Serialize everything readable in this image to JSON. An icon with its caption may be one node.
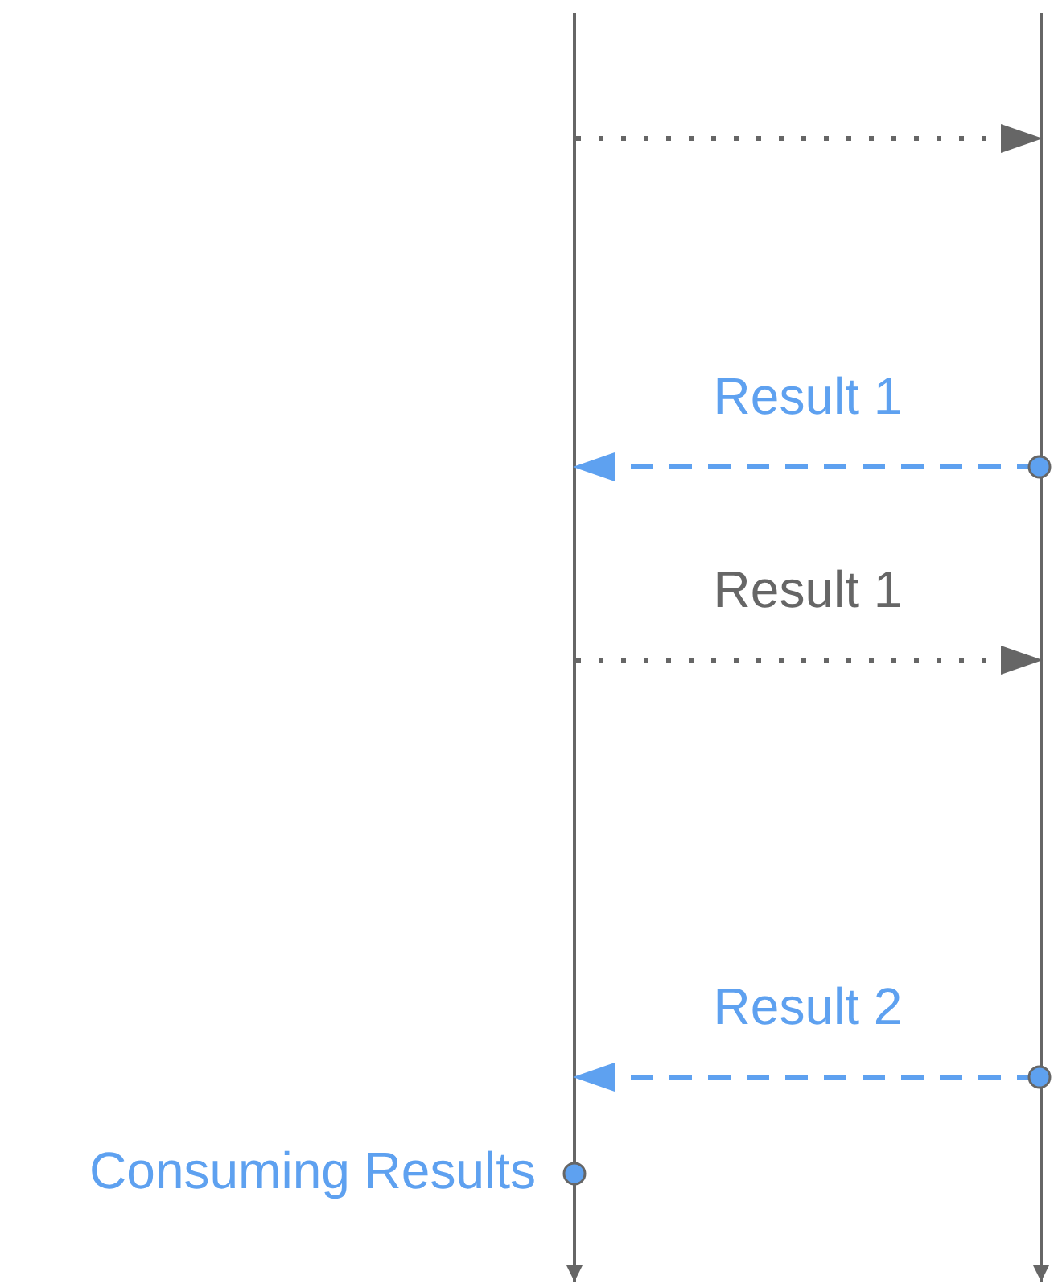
{
  "diagram": {
    "nodes": [
      {
        "text": [],
        "shape": "bar"
      },
      {
        "text": [],
        "shape": "bar"
      },
      {
        "text": [],
        "shape": "circle",
        "beside": [
          "Consuming Results"
        ]
      }
    ],
    "edges": [
      {
        "from": 0,
        "to": 1,
        "arrow": "to"
      },
      {
        "from": 1,
        "to": 0,
        "arrow": "to",
        "label": "Result 1",
        "style": "dashed",
        "color": "#5ea1f0"
      },
      {
        "from": 0,
        "to": 1,
        "arrow": "to",
        "label": "Result 1"
      },
      {
        "from": 1,
        "to": 0,
        "arrow": "to",
        "label": "Result 2",
        "style": "dashed",
        "color": "#5ea1f0"
      }
    ]
  }
}
